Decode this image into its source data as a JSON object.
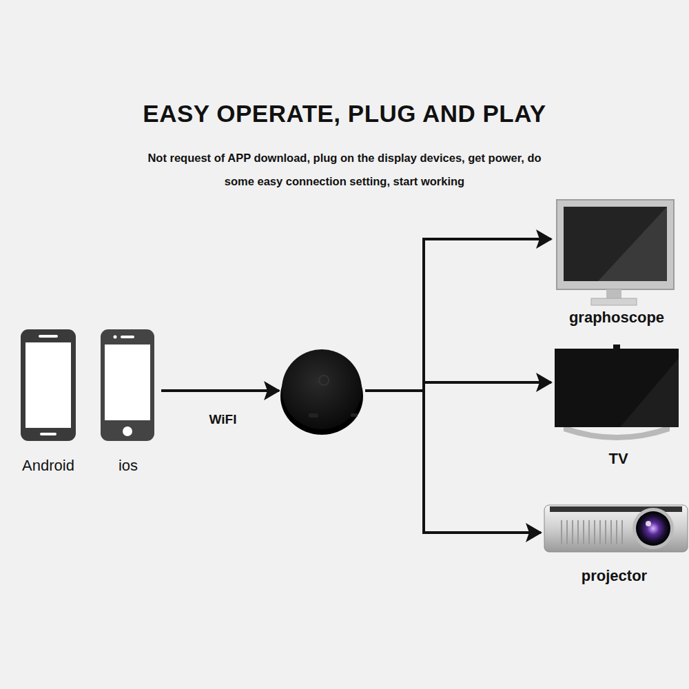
{
  "diagram": {
    "title": "EASY OPERATE, PLUG AND PLAY",
    "nodes": [
      {
        "text": [
          "Android"
        ]
      },
      {
        "text": [
          "ios"
        ]
      },
      {
        "text": []
      },
      {
        "text": [
          "graphoscope"
        ]
      },
      {
        "text": [
          "TV"
        ]
      },
      {
        "text": [
          "projector"
        ]
      }
    ],
    "edges": [
      {
        "from": 1,
        "to": 2,
        "label": "WiFI",
        "arrow": "to"
      },
      {
        "from": 2,
        "to": 3,
        "arrow": "to"
      },
      {
        "from": 2,
        "to": 4,
        "arrow": "to"
      },
      {
        "from": 2,
        "to": 5,
        "arrow": "to"
      }
    ],
    "labels": [
      "Not request of APP download, plug on the display devices, get power, do some easy connection setting, start working"
    ]
  }
}
